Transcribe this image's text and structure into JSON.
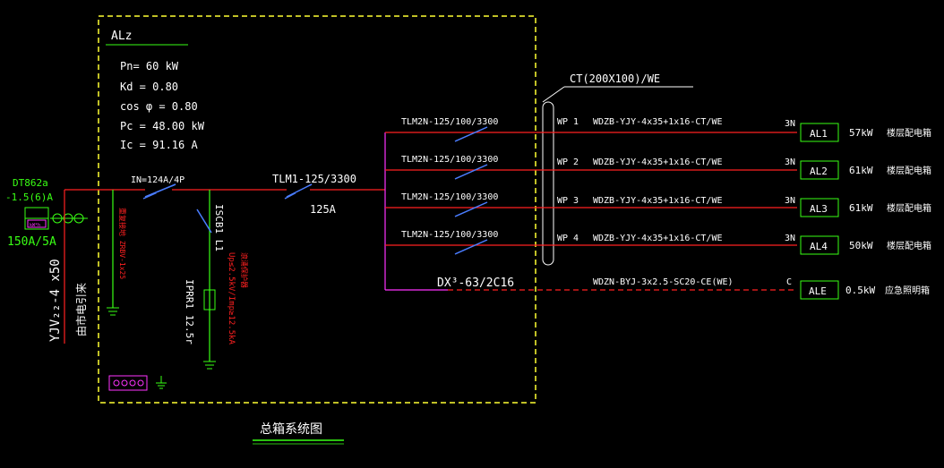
{
  "panel": {
    "name": "ALz",
    "pn": "Pn=  60   kW",
    "kd": "Kd  = 0.80",
    "cos": "cos φ  = 0.80",
    "pc": "Pc  = 48.00    kW",
    "ic": "Ic  = 91.16      A"
  },
  "incoming": {
    "meter": "DT862a",
    "meter_rating": "-1.5(6)A",
    "meter_box": "kW*h",
    "ct": "150A/5A",
    "cable": "YJV₂₂-4 x50",
    "source_note": "由市电引来",
    "isolator": "IN=124A/4P",
    "red_note": "重复接地 ZRBV-1x25",
    "main_breaker": "TLM1-125/3300",
    "main_current": "125A"
  },
  "spd": {
    "breaker": "ISCB1 L1",
    "device": "IPRR1 12.5r",
    "red_note1": "浪涌保护器",
    "red_note2": "Up≤2.5kV/Imp≥12.5kA"
  },
  "bus": {
    "cable_tray": "CT(200X100)/WE"
  },
  "circuits": [
    {
      "breaker": "TLM2N-125/100/3300",
      "wp": "WP 1",
      "cable": "WDZB-YJY-4x35+1x16-CT/WE",
      "phase": "3N",
      "target": "AL1",
      "power": "57kW",
      "desc": "楼层配电箱"
    },
    {
      "breaker": "TLM2N-125/100/3300",
      "wp": "WP 2",
      "cable": "WDZB-YJY-4x35+1x16-CT/WE",
      "phase": "3N",
      "target": "AL2",
      "power": "61kW",
      "desc": "楼层配电箱"
    },
    {
      "breaker": "TLM2N-125/100/3300",
      "wp": "WP 3",
      "cable": "WDZB-YJY-4x35+1x16-CT/WE",
      "phase": "3N",
      "target": "AL3",
      "power": "61kW",
      "desc": "楼层配电箱"
    },
    {
      "breaker": "TLM2N-125/100/3300",
      "wp": "WP 4",
      "cable": "WDZB-YJY-4x35+1x16-CT/WE",
      "phase": "3N",
      "target": "AL4",
      "power": "50kW",
      "desc": "楼层配电箱"
    }
  ],
  "emergency": {
    "breaker": "DX³-63/2C16",
    "cable": "WDZN-BYJ-3x2.5-SC20-CE(WE)",
    "phase": "C",
    "target": "ALE",
    "power": "0.5kW",
    "desc": "应急照明箱"
  },
  "title": "总箱系统图"
}
